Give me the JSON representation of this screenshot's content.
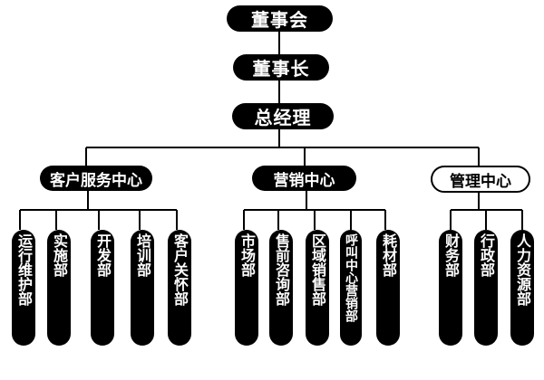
{
  "board": "董事会",
  "chairman": "董事长",
  "gm": "总经理",
  "centers": [
    {
      "name": "客户服务中心",
      "departments": [
        "运行维护部",
        "实施部",
        "开发部",
        "培训部",
        "客户关怀部"
      ]
    },
    {
      "name": "营销中心",
      "departments": [
        "市场部",
        "售前咨询部",
        "区域销售部",
        "呼叫中心营销部",
        "耗材部"
      ]
    },
    {
      "name": "管理中心",
      "departments": [
        "财务部",
        "行政部",
        "人力资源部"
      ]
    }
  ]
}
